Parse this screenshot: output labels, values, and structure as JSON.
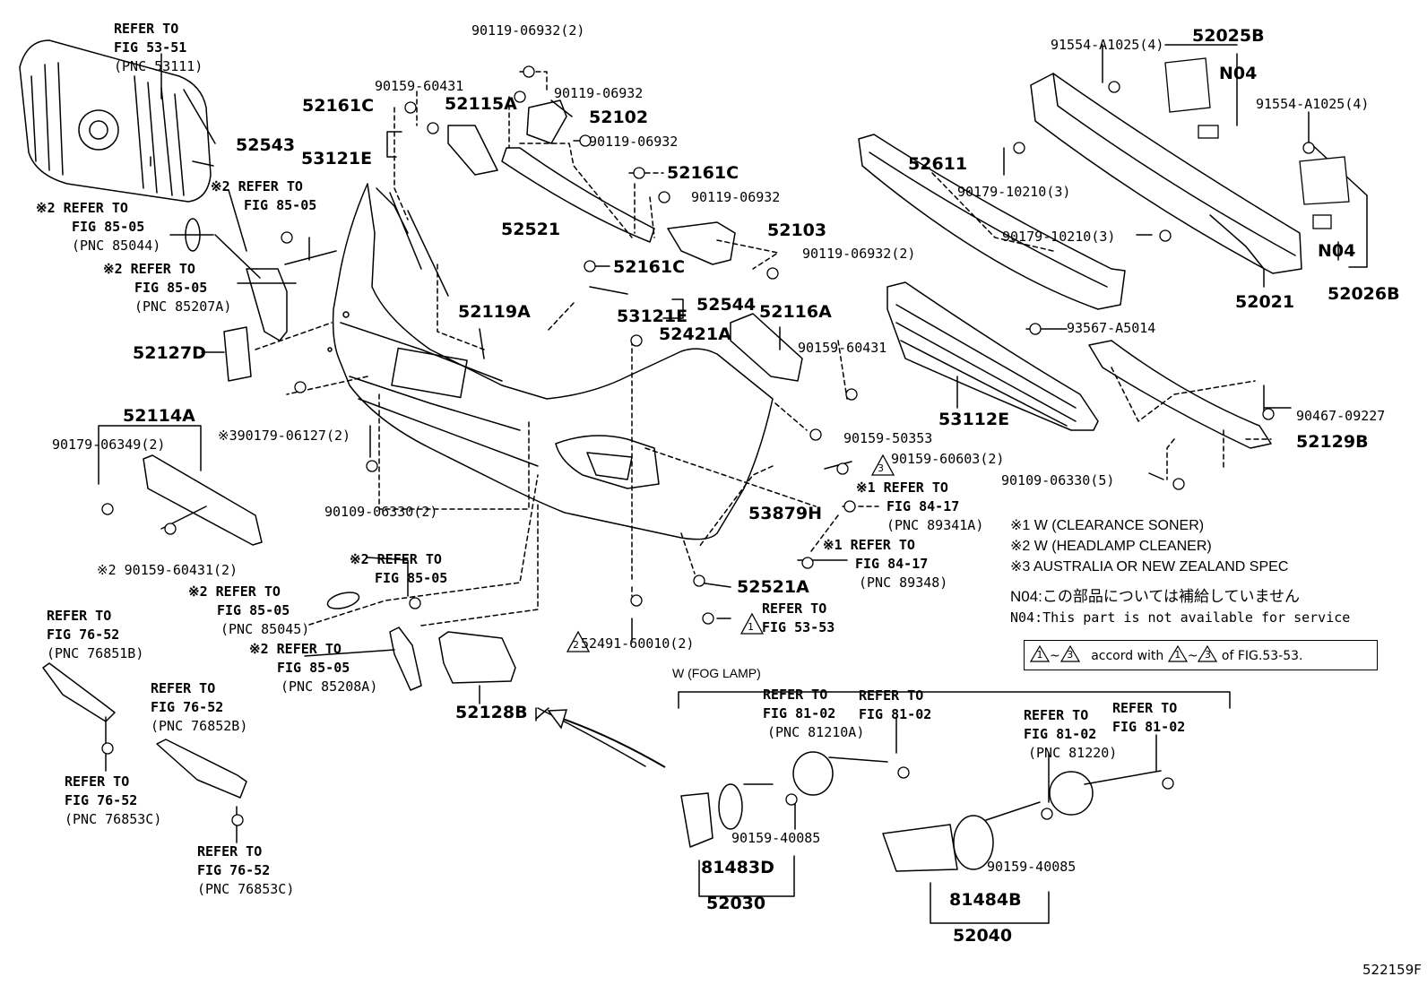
{
  "diagram_id": "522159F",
  "refs": {
    "r_grille": {
      "line1": "REFER TO",
      "line2": "FIG 53-51",
      "line3": "(PNC 53111)"
    },
    "r_85044": {
      "line1": "※2 REFER TO",
      "line2": "FIG 85-05",
      "line3": "(PNC 85044)"
    },
    "r_8505_top": {
      "line1": "※2 REFER TO",
      "line2": "FIG 85-05"
    },
    "r_85207": {
      "line1": "※2 REFER TO",
      "line2": "FIG 85-05",
      "line3": "(PNC 85207A)"
    },
    "r_8505_mid": {
      "line1": "※2 REFER TO",
      "line2": "FIG 85-05"
    },
    "r_85045": {
      "line1": "※2 REFER TO",
      "line2": "FIG 85-05",
      "line3": "(PNC 85045)"
    },
    "r_85208": {
      "line1": "※2 REFER TO",
      "line2": "FIG 85-05",
      "line3": "(PNC 85208A)"
    },
    "r_76851": {
      "line1": "REFER TO",
      "line2": "FIG 76-52",
      "line3": "(PNC 76851B)"
    },
    "r_76852": {
      "line1": "REFER TO",
      "line2": "FIG 76-52",
      "line3": "(PNC 76852B)"
    },
    "r_76853a": {
      "line1": "REFER TO",
      "line2": "FIG 76-52",
      "line3": "(PNC 76853C)"
    },
    "r_76853b": {
      "line1": "REFER TO",
      "line2": "FIG 76-52",
      "line3": "(PNC 76853C)"
    },
    "r_89341": {
      "line1": "※1 REFER TO",
      "line2": "FIG 84-17",
      "line3": "(PNC 89341A)"
    },
    "r_89348": {
      "line1": "※1 REFER TO",
      "line2": "FIG 84-17",
      "line3": "(PNC 89348)"
    },
    "r_5353": {
      "line1": "REFER TO",
      "line2": "FIG 53-53"
    },
    "r_81210": {
      "line1": "REFER TO",
      "line2": "FIG 81-02",
      "line3": "(PNC 81210A)"
    },
    "r_8102a": {
      "line1": "REFER TO",
      "line2": "FIG 81-02"
    },
    "r_81220": {
      "line1": "REFER TO",
      "line2": "FIG 81-02",
      "line3": "(PNC 81220)"
    },
    "r_8102b": {
      "line1": "REFER TO",
      "line2": "FIG 81-02"
    }
  },
  "parts": {
    "p90119_06932_2": "90119-06932(2)",
    "p90159_60431_top": "90159-60431",
    "p90119_06932_a": "90119-06932",
    "p52161C_a": "52161C",
    "p52115A": "52115A",
    "p52102": "52102",
    "p52543": "52543",
    "p53121E_a": "53121E",
    "p90119_06932_b": "90119-06932",
    "p52161C_b": "52161C",
    "p90119_06932_c": "90119-06932",
    "p52521": "52521",
    "p52103": "52103",
    "p90119_06932_2b": "90119-06932(2)",
    "p52161C_c": "52161C",
    "p52544": "52544",
    "p53121E_b": "53121E",
    "p52119A": "52119A",
    "p52116A": "52116A",
    "p52421A": "52421A",
    "p90159_60431_r": "90159-60431",
    "p52127D": "52127D",
    "p52114A": "52114A",
    "p90179_06349": "90179-06349(2)",
    "p90179_06127": "※390179-06127(2)",
    "p90109_06330_2": "90109-06330(2)",
    "p90159_60431_2": "※2 90159-60431(2)",
    "p90159_50353": "90159-50353",
    "p90159_60603": "90159-60603(2)",
    "p53879H": "53879H",
    "p52521A": "52521A",
    "p52491": "52491-60010(2)",
    "p52128B": "52128B",
    "p91554_a": "91554-A1025(4)",
    "p52025B": "52025B",
    "pN04_a": "N04",
    "p91554_b": "91554-A1025(4)",
    "p52611": "52611",
    "p90179_10210_a": "90179-10210(3)",
    "p90179_10210_b": "90179-10210(3)",
    "pN04_b": "N04",
    "p52021": "52021",
    "p52026B": "52026B",
    "p93567": "93567-A5014",
    "p53112E": "53112E",
    "p90467": "90467-09227",
    "p52129B": "52129B",
    "p90109_06330_5": "90109-06330(5)",
    "p90159_40085_a": "90159-40085",
    "p81483D": "81483D",
    "p52030": "52030",
    "p90159_40085_b": "90159-40085",
    "p81484B": "81484B",
    "p52040": "52040"
  },
  "triangles": {
    "t1": "1",
    "t2": "2",
    "t3": "3"
  },
  "notes": {
    "n1": "※1 W (CLEARANCE SONER)",
    "n2": "※2 W (HEADLAMP CLEANER)",
    "n3": "※3 AUSTRALIA OR NEW ZEALAND SPEC",
    "n4": "N04:この部品については補給していません",
    "n5": "N04:This part is not available for service",
    "legend_mid": "accord with",
    "legend_end": "of FIG.53-53.",
    "tilde": "~"
  },
  "fog_group_title": "W (FOG LAMP)"
}
